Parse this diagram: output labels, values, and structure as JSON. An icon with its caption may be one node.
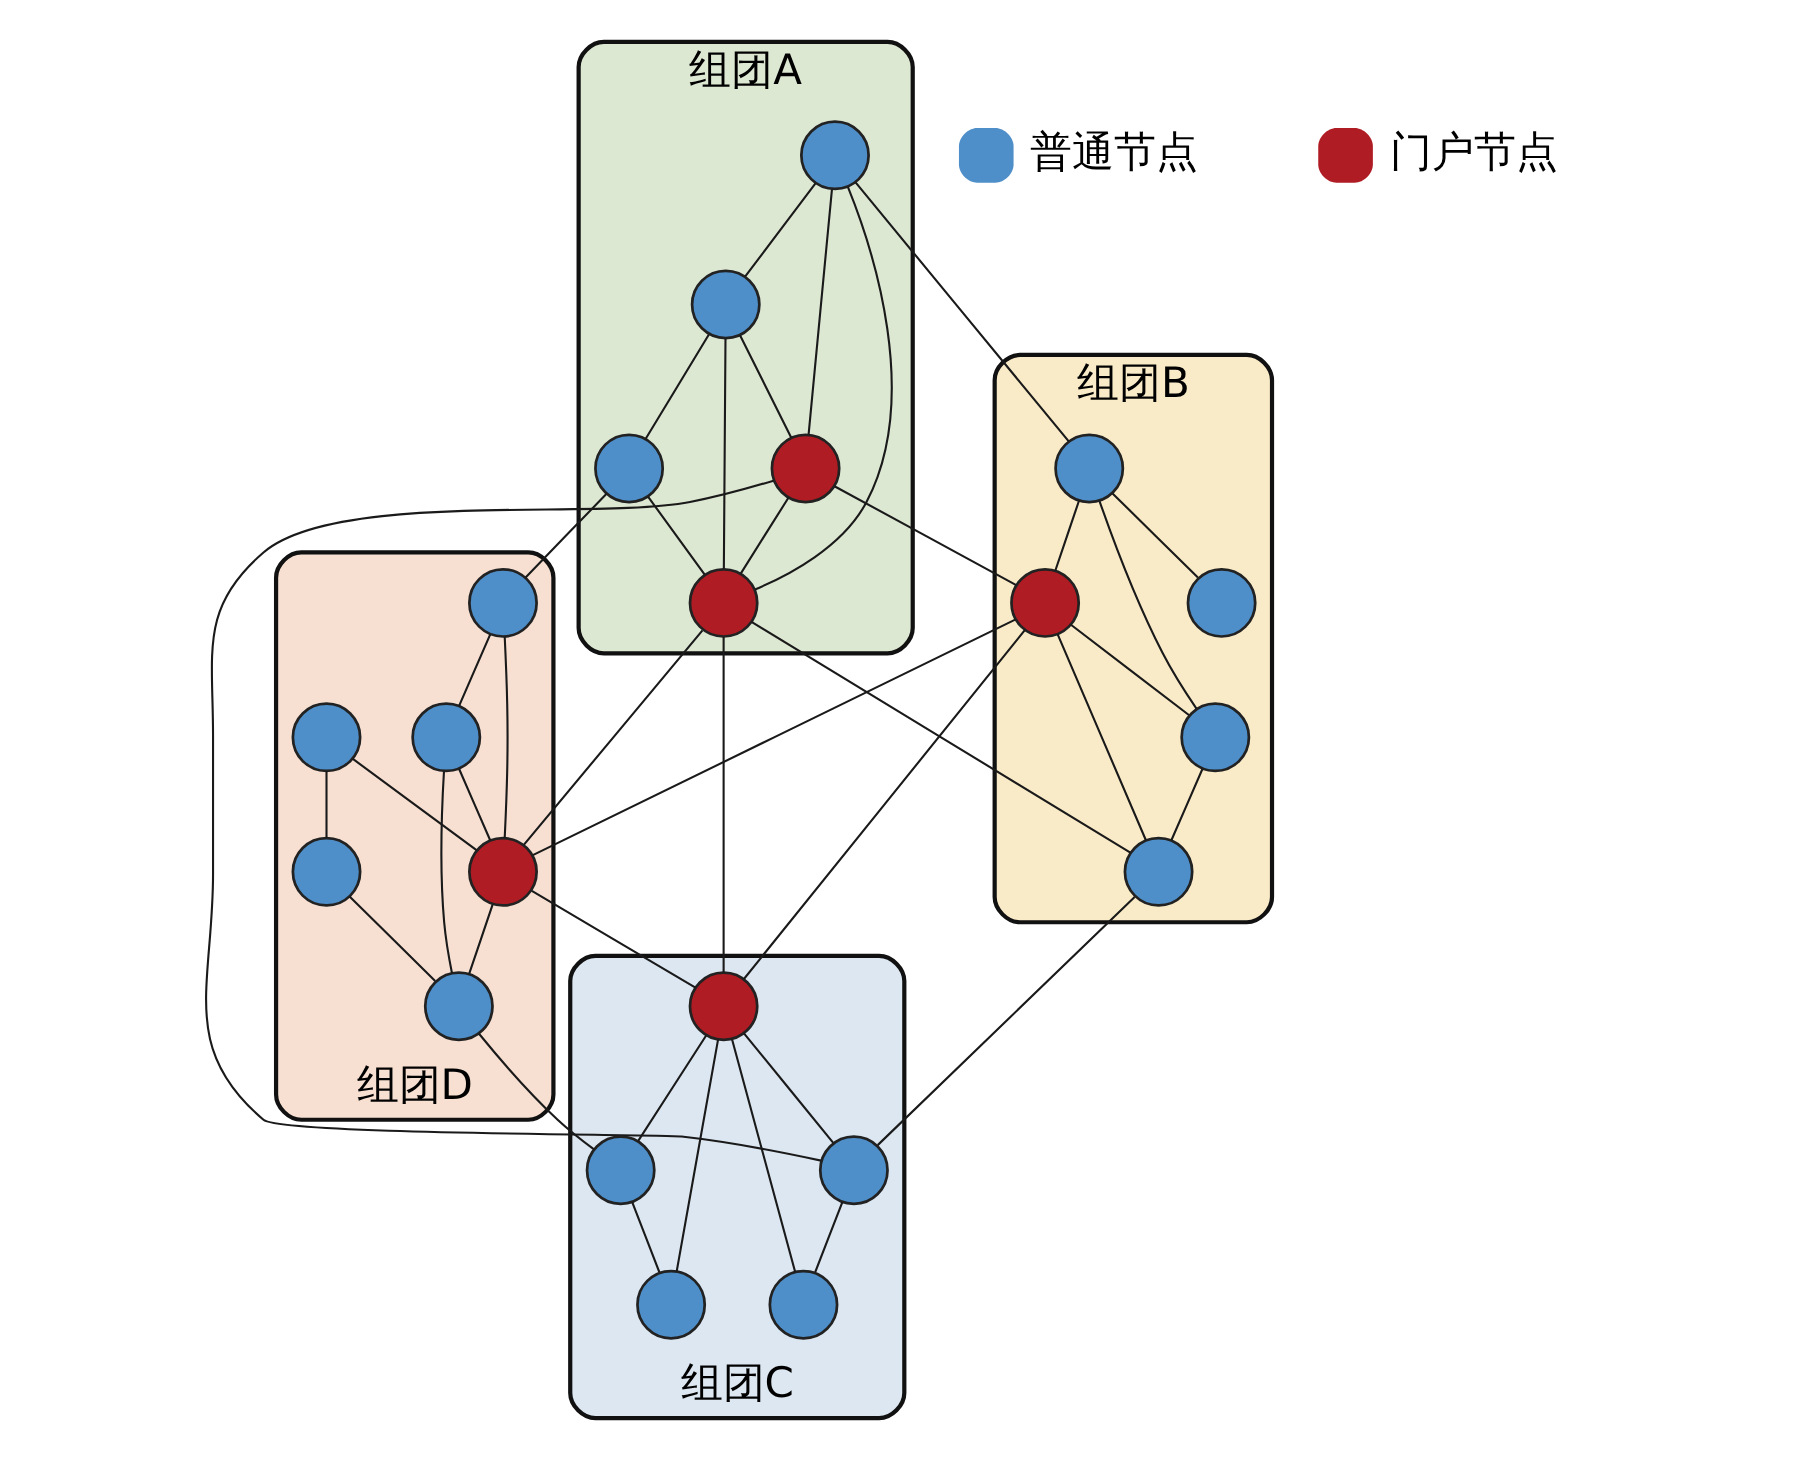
{
  "diagram": {
    "nodes": [
      {
        "text": [
          "组团A"
        ]
      },
      {
        "text": [],
        "shape": "circle",
        "in": 0
      },
      {
        "text": [],
        "shape": "circle",
        "in": 0
      },
      {
        "text": [],
        "shape": "circle",
        "in": 0
      },
      {
        "text": [],
        "shape": "circle",
        "in": 0
      },
      {
        "text": [],
        "shape": "circle",
        "in": 0
      },
      {
        "text": [
          "组团B"
        ]
      },
      {
        "text": [],
        "shape": "circle",
        "in": 6
      },
      {
        "text": [],
        "shape": "circle",
        "in": 6
      },
      {
        "text": [],
        "shape": "circle",
        "in": 6
      },
      {
        "text": [],
        "shape": "circle",
        "in": 6
      },
      {
        "text": [],
        "shape": "circle",
        "in": 6
      },
      {
        "text": [
          "组团C"
        ]
      },
      {
        "text": [],
        "shape": "circle",
        "in": 12
      },
      {
        "text": [],
        "shape": "circle",
        "in": 12
      },
      {
        "text": [],
        "shape": "circle",
        "in": 12
      },
      {
        "text": [],
        "shape": "circle",
        "in": 12
      },
      {
        "text": [],
        "shape": "circle",
        "in": 12
      },
      {
        "text": [
          "组团D"
        ]
      },
      {
        "text": [],
        "shape": "circle",
        "in": 18
      },
      {
        "text": [],
        "shape": "circle",
        "in": 18
      },
      {
        "text": [],
        "shape": "circle",
        "in": 18
      },
      {
        "text": [],
        "shape": "circle",
        "in": 18
      },
      {
        "text": [],
        "shape": "circle",
        "in": 18
      },
      {
        "text": [],
        "shape": "circle",
        "in": 18
      }
    ],
    "edges": [
      {
        "from": 1,
        "to": 2,
        "arrow": "none"
      },
      {
        "from": 1,
        "to": 3,
        "arrow": "none"
      },
      {
        "from": 1,
        "to": 5,
        "arrow": "none"
      },
      {
        "from": 2,
        "to": 3,
        "arrow": "none"
      },
      {
        "from": 2,
        "to": 5,
        "arrow": "none"
      },
      {
        "from": 2,
        "to": 4,
        "arrow": "none"
      },
      {
        "from": 4,
        "to": 5,
        "arrow": "none"
      },
      {
        "from": 3,
        "to": 5,
        "arrow": "none"
      },
      {
        "from": 7,
        "to": 8,
        "arrow": "none"
      },
      {
        "from": 7,
        "to": 10,
        "arrow": "none"
      },
      {
        "from": 7,
        "to": 9,
        "arrow": "none"
      },
      {
        "from": 9,
        "to": 10,
        "arrow": "none"
      },
      {
        "from": 9,
        "to": 11,
        "arrow": "none"
      },
      {
        "from": 10,
        "to": 11,
        "arrow": "none"
      },
      {
        "from": 13,
        "to": 14,
        "arrow": "none"
      },
      {
        "from": 13,
        "to": 15,
        "arrow": "none"
      },
      {
        "from": 13,
        "to": 16,
        "arrow": "none"
      },
      {
        "from": 13,
        "to": 17,
        "arrow": "none"
      },
      {
        "from": 14,
        "to": 15,
        "arrow": "none"
      },
      {
        "from": 16,
        "to": 17,
        "arrow": "none"
      },
      {
        "from": 19,
        "to": 20,
        "arrow": "none"
      },
      {
        "from": 19,
        "to": 21,
        "arrow": "none"
      },
      {
        "from": 20,
        "to": 21,
        "arrow": "none"
      },
      {
        "from": 20,
        "to": 23,
        "arrow": "none"
      },
      {
        "from": 22,
        "to": 21,
        "arrow": "none"
      },
      {
        "from": 22,
        "to": 24,
        "arrow": "none"
      },
      {
        "from": 24,
        "to": 23,
        "arrow": "none"
      },
      {
        "from": 21,
        "to": 23,
        "arrow": "none"
      },
      {
        "from": 1,
        "to": 7,
        "arrow": "none"
      },
      {
        "from": 3,
        "to": 9,
        "arrow": "none"
      },
      {
        "from": 5,
        "to": 11,
        "arrow": "none"
      },
      {
        "from": 3,
        "to": 14,
        "arrow": "none"
      },
      {
        "from": 5,
        "to": 13,
        "arrow": "none"
      },
      {
        "from": 4,
        "to": 19,
        "arrow": "none"
      },
      {
        "from": 5,
        "to": 21,
        "arrow": "none"
      },
      {
        "from": 9,
        "to": 21,
        "arrow": "none"
      },
      {
        "from": 9,
        "to": 13,
        "arrow": "none"
      },
      {
        "from": 11,
        "to": 14,
        "arrow": "none"
      },
      {
        "from": 21,
        "to": 13,
        "arrow": "none"
      },
      {
        "from": 23,
        "to": 16,
        "arrow": "none"
      }
    ],
    "legend": [
      {
        "text": "普通节点",
        "color": "#4f8fc9"
      },
      {
        "text": "门户节点",
        "color": "#b01c24"
      }
    ]
  }
}
